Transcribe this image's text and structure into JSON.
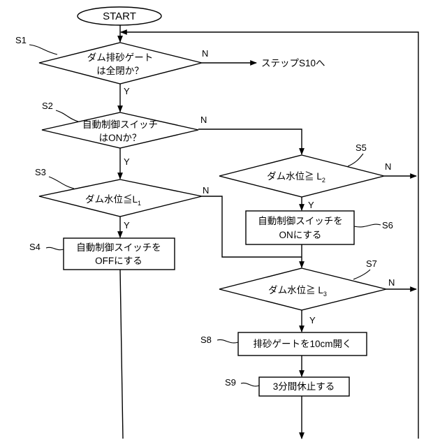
{
  "start": "START",
  "yes": "Y",
  "no": "N",
  "steps": {
    "s1": {
      "id": "S1",
      "line1": "ダム排砂ゲート",
      "line2": "は全閉か？"
    },
    "s2": {
      "id": "S2",
      "line1": "自動制御スイッチ",
      "line2": "はONか？"
    },
    "s3": {
      "id": "S3",
      "text": "ダム水位≦L",
      "sub": "1"
    },
    "s4": {
      "id": "S4",
      "line1": "自動制御スイッチを",
      "line2": "OFFにする"
    },
    "s5": {
      "id": "S5",
      "text": "ダム水位≧ L",
      "sub": "2"
    },
    "s6": {
      "id": "S6",
      "line1": "自動制御スイッチを",
      "line2": "ONにする"
    },
    "s7": {
      "id": "S7",
      "text": "ダム水位≧ L",
      "sub": "3"
    },
    "s8": {
      "id": "S8",
      "text": "排砂ゲートを10cm開く"
    },
    "s9": {
      "id": "S9",
      "text": "3分間休止する"
    }
  },
  "goto_s10": "ステップS10へ"
}
